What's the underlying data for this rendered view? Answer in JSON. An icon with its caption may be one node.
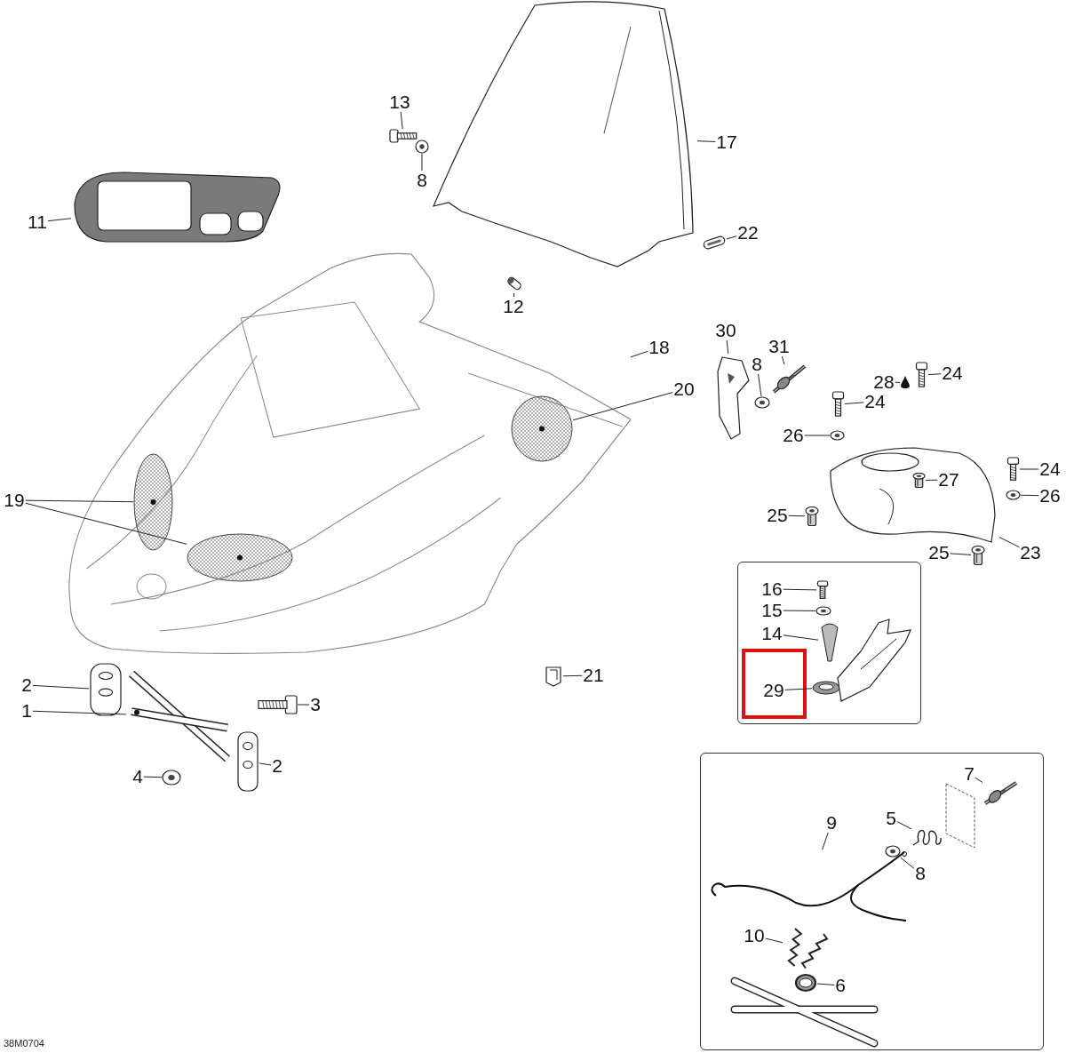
{
  "diagram": {
    "nodes": [
      {
        "text": [
          "13"
        ]
      },
      {
        "text": [],
        "shape": "picture"
      },
      {
        "text": [
          "8"
        ]
      },
      {
        "text": [],
        "shape": "picture"
      },
      {
        "text": [
          "17"
        ]
      },
      {
        "text": [],
        "shape": "picture"
      },
      {
        "text": [
          "11"
        ]
      },
      {
        "text": [],
        "shape": "picture"
      },
      {
        "text": [
          "22"
        ]
      },
      {
        "text": [],
        "shape": "picture"
      },
      {
        "text": [
          "12"
        ]
      },
      {
        "text": [],
        "shape": "picture"
      },
      {
        "text": [],
        "shape": "picture"
      },
      {
        "text": [
          "18"
        ]
      },
      {
        "text": [
          "30"
        ]
      },
      {
        "text": [],
        "shape": "picture"
      },
      {
        "text": [
          "31"
        ]
      },
      {
        "text": [],
        "shape": "picture"
      },
      {
        "text": [
          "8"
        ]
      },
      {
        "text": [],
        "shape": "picture"
      },
      {
        "text": [
          "28"
        ]
      },
      {
        "text": [],
        "shape": "picture"
      },
      {
        "text": [
          "24"
        ]
      },
      {
        "text": [],
        "shape": "picture"
      },
      {
        "text": [
          "20"
        ]
      },
      {
        "text": [],
        "shape": "picture",
        "in": 12
      },
      {
        "text": [
          "24"
        ]
      },
      {
        "text": [],
        "shape": "picture"
      },
      {
        "text": [
          "26"
        ]
      },
      {
        "text": [],
        "shape": "picture"
      },
      {
        "text": [],
        "shape": "picture"
      },
      {
        "text": [
          "27"
        ],
        "in": 30
      },
      {
        "text": [],
        "shape": "picture",
        "in": 30
      },
      {
        "text": [
          "24"
        ]
      },
      {
        "text": [],
        "shape": "picture"
      },
      {
        "text": [
          "26"
        ]
      },
      {
        "text": [],
        "shape": "picture"
      },
      {
        "text": [
          "19"
        ]
      },
      {
        "text": [],
        "shape": "picture",
        "in": 12
      },
      {
        "text": [],
        "shape": "picture",
        "in": 12
      },
      {
        "text": [
          "25"
        ]
      },
      {
        "text": [],
        "shape": "picture"
      },
      {
        "text": [
          "25"
        ]
      },
      {
        "text": [],
        "shape": "picture"
      },
      {
        "text": [
          "23"
        ]
      },
      {
        "text": [],
        "shape": "box"
      },
      {
        "text": [
          "16"
        ],
        "in": 45
      },
      {
        "text": [],
        "shape": "picture",
        "in": 45
      },
      {
        "text": [
          "15"
        ],
        "in": 45
      },
      {
        "text": [],
        "shape": "picture",
        "in": 45
      },
      {
        "text": [
          "21"
        ]
      },
      {
        "text": [],
        "shape": "picture"
      },
      {
        "text": [
          "14"
        ],
        "in": 45
      },
      {
        "text": [],
        "shape": "picture",
        "in": 45
      },
      {
        "text": [],
        "shape": "box",
        "in": 45
      },
      {
        "text": [
          "29"
        ],
        "in": 54
      },
      {
        "text": [],
        "shape": "picture",
        "in": 45
      },
      {
        "text": [
          "2"
        ]
      },
      {
        "text": [],
        "shape": "picture"
      },
      {
        "text": [
          "1"
        ]
      },
      {
        "text": [],
        "shape": "picture"
      },
      {
        "text": [
          "3"
        ]
      },
      {
        "text": [],
        "shape": "picture"
      },
      {
        "text": [
          "4"
        ]
      },
      {
        "text": [],
        "shape": "picture"
      },
      {
        "text": [
          "2"
        ]
      },
      {
        "text": [],
        "shape": "picture"
      },
      {
        "text": [],
        "shape": "box"
      },
      {
        "text": [
          "7"
        ],
        "in": 67
      },
      {
        "text": [],
        "shape": "picture",
        "in": 67
      },
      {
        "text": [
          "5"
        ],
        "in": 67
      },
      {
        "text": [],
        "shape": "picture",
        "in": 67
      },
      {
        "text": [
          "9"
        ],
        "in": 67
      },
      {
        "text": [
          "8"
        ],
        "in": 67
      },
      {
        "text": [],
        "shape": "picture",
        "in": 67
      },
      {
        "text": [],
        "shape": "picture",
        "in": 67
      },
      {
        "text": [
          "10"
        ],
        "in": 67
      },
      {
        "text": [],
        "shape": "picture",
        "in": 67
      },
      {
        "text": [
          "6"
        ],
        "in": 67
      },
      {
        "text": [],
        "shape": "picture",
        "in": 67
      }
    ],
    "edges": [
      {
        "from": 0,
        "to": 1,
        "arrow": "none"
      },
      {
        "from": 2,
        "to": 3,
        "arrow": "none"
      },
      {
        "from": 4,
        "to": 5,
        "arrow": "none"
      },
      {
        "from": 6,
        "to": 7,
        "arrow": "none"
      },
      {
        "from": 8,
        "to": 9,
        "arrow": "none"
      },
      {
        "from": 10,
        "to": 11,
        "arrow": "none"
      },
      {
        "from": 13,
        "to": 12,
        "arrow": "none"
      },
      {
        "from": 14,
        "to": 15,
        "arrow": "none"
      },
      {
        "from": 16,
        "to": 17,
        "arrow": "none"
      },
      {
        "from": 18,
        "to": 19,
        "arrow": "none"
      },
      {
        "from": 20,
        "to": 21,
        "arrow": "none"
      },
      {
        "from": 22,
        "to": 23,
        "arrow": "none"
      },
      {
        "from": 24,
        "to": 25,
        "arrow": "none"
      },
      {
        "from": 26,
        "to": 27,
        "arrow": "none"
      },
      {
        "from": 28,
        "to": 29,
        "arrow": "none"
      },
      {
        "from": 31,
        "to": 32,
        "arrow": "none"
      },
      {
        "from": 33,
        "to": 34,
        "arrow": "none"
      },
      {
        "from": 35,
        "to": 36,
        "arrow": "none"
      },
      {
        "from": 37,
        "to": 38,
        "arrow": "none"
      },
      {
        "from": 37,
        "to": 39,
        "arrow": "none"
      },
      {
        "from": 40,
        "to": 41,
        "arrow": "none"
      },
      {
        "from": 42,
        "to": 43,
        "arrow": "none"
      },
      {
        "from": 44,
        "to": 30,
        "arrow": "none"
      },
      {
        "from": 46,
        "to": 47,
        "arrow": "none"
      },
      {
        "from": 48,
        "to": 49,
        "arrow": "none"
      },
      {
        "from": 50,
        "to": 51,
        "arrow": "none"
      },
      {
        "from": 52,
        "to": 53,
        "arrow": "none"
      },
      {
        "from": 55,
        "to": 56,
        "arrow": "none"
      },
      {
        "from": 57,
        "to": 58,
        "arrow": "none"
      },
      {
        "from": 59,
        "to": 60,
        "arrow": "none"
      },
      {
        "from": 61,
        "to": 62,
        "arrow": "none"
      },
      {
        "from": 63,
        "to": 64,
        "arrow": "none"
      },
      {
        "from": 65,
        "to": 66,
        "arrow": "none"
      },
      {
        "from": 68,
        "to": 69,
        "arrow": "none"
      },
      {
        "from": 70,
        "to": 71,
        "arrow": "none"
      },
      {
        "from": 72,
        "to": 75,
        "arrow": "none"
      },
      {
        "from": 73,
        "to": 74,
        "arrow": "none"
      },
      {
        "from": 76,
        "to": 77,
        "arrow": "none"
      },
      {
        "from": 78,
        "to": 79,
        "arrow": "none"
      }
    ],
    "labels": [
      "38M0704"
    ]
  }
}
